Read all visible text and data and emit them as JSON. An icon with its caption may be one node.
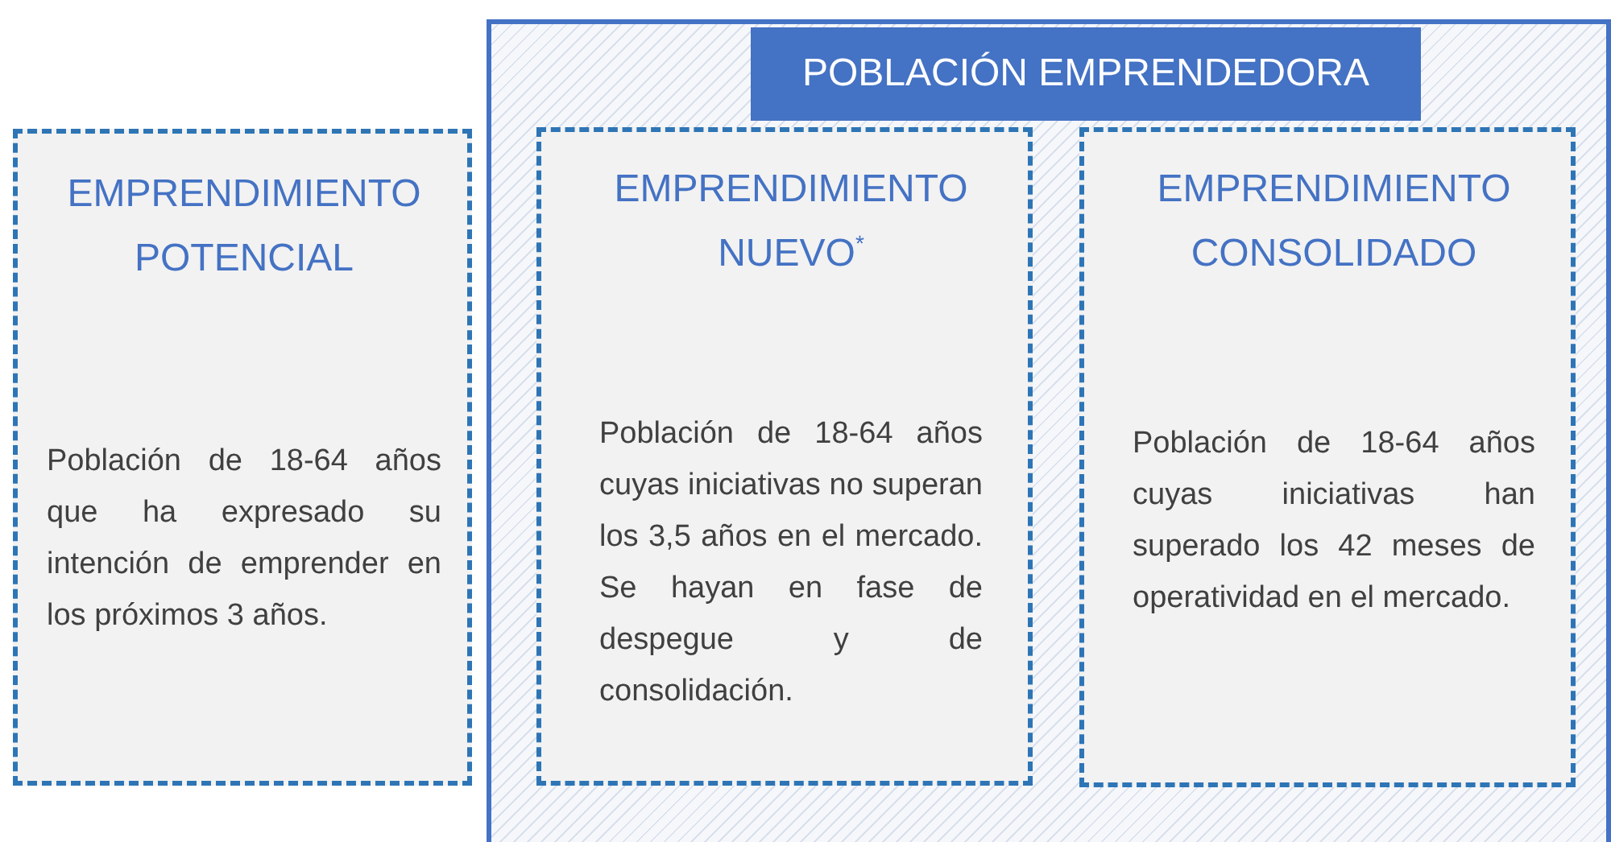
{
  "diagram": {
    "nodes": [
      {
        "text": [
          "POBLACIÓN EMPRENDEDORA"
        ]
      },
      {
        "text": [
          "EMPRENDIMIENTO POTENCIAL",
          "Población de 18-64 años que ha expresado su intención de emprender en los próximos 3 años."
        ]
      },
      {
        "text": [
          "EMPRENDIMIENTO NUEVO$^{*}$",
          "Población de 18-64 años cuyas iniciativas no superan los 3,5 años en el mercado. Se hayan en fase de despegue y de consolidación."
        ],
        "in": 0
      },
      {
        "text": [
          "EMPRENDIMIENTO CONSOLIDADO",
          "Población de 18-64 años cuyas iniciativas han superado los 42 meses de operatividad en el mercado."
        ],
        "in": 0
      }
    ]
  }
}
